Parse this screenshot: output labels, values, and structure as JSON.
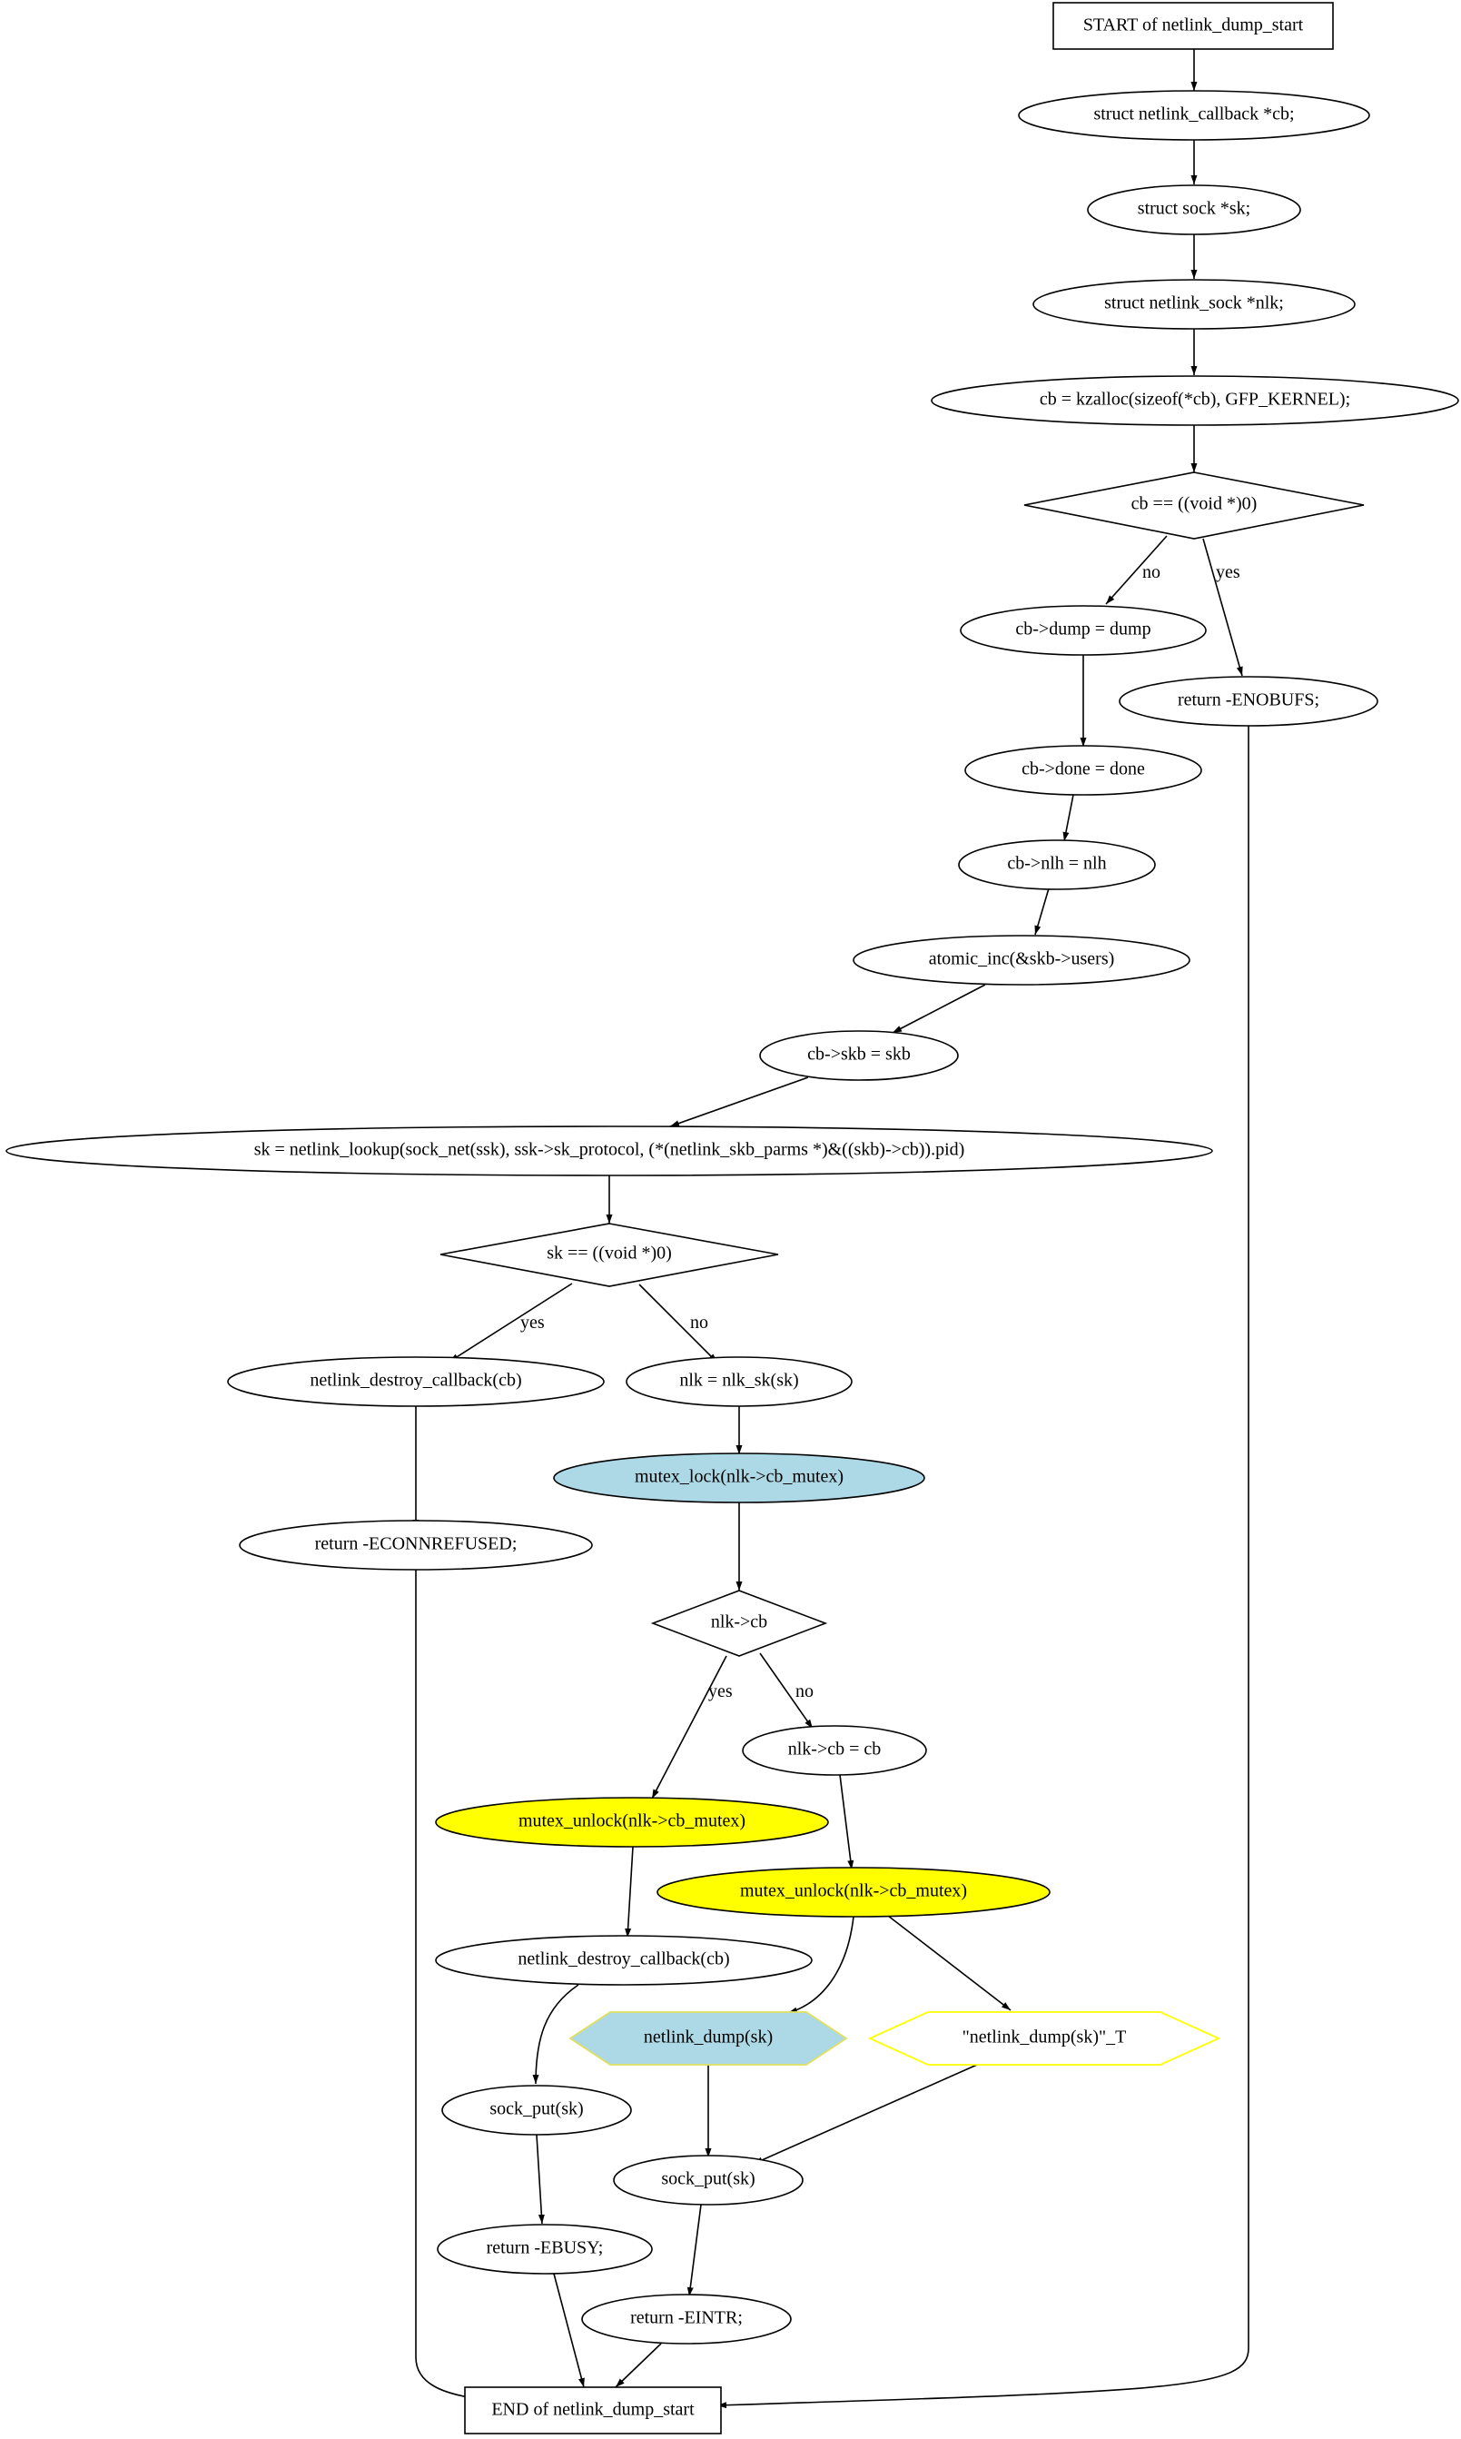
{
  "colors": {
    "stroke": "#000000",
    "lightblue": "#add8e6",
    "yellow": "#ffff00",
    "white": "#ffffff"
  },
  "nodes": {
    "start": "START of netlink_dump_start",
    "decl_cb": "struct netlink_callback *cb;",
    "decl_sk": "struct sock *sk;",
    "decl_nlk": "struct netlink_sock *nlk;",
    "alloc_cb": "cb = kzalloc(sizeof(*cb), GFP_KERNEL);",
    "cb_null": "cb == ((void *)0)",
    "set_dump": "cb->dump = dump",
    "ret_enobufs": "return -ENOBUFS;",
    "set_done": "cb->done = done",
    "set_nlh": "cb->nlh = nlh",
    "atomic_inc": "atomic_inc(&skb->users)",
    "set_skb": "cb->skb = skb",
    "lookup": "sk = netlink_lookup(sock_net(ssk), ssk->sk_protocol, (*(netlink_skb_parms *)&((skb)->cb)).pid)",
    "sk_null": "sk == ((void *)0)",
    "destroy_cb1": "netlink_destroy_callback(cb)",
    "nlk_sk": "nlk = nlk_sk(sk)",
    "mutex_lock": "mutex_lock(nlk->cb_mutex)",
    "ret_econnrefused": "return -ECONNREFUSED;",
    "nlk_cb": "nlk->cb",
    "set_nlk_cb": "nlk->cb = cb",
    "unlock_yes": "mutex_unlock(nlk->cb_mutex)",
    "unlock_no": "mutex_unlock(nlk->cb_mutex)",
    "destroy_cb2": "netlink_destroy_callback(cb)",
    "dump_sk": "netlink_dump(sk)",
    "dump_sk_t": "\"netlink_dump(sk)\"_T",
    "sock_put1": "sock_put(sk)",
    "sock_put2": "sock_put(sk)",
    "ret_ebusy": "return -EBUSY;",
    "ret_eintr": "return -EINTR;",
    "end": "END of netlink_dump_start"
  },
  "edge_labels": {
    "cb_null_no": "no",
    "cb_null_yes": "yes",
    "sk_null_yes": "yes",
    "sk_null_no": "no",
    "nlk_cb_yes": "yes",
    "nlk_cb_no": "no"
  }
}
